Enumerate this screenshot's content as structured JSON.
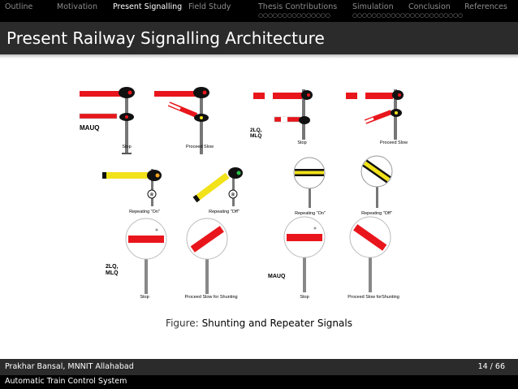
{
  "nav": {
    "items": [
      "Outline",
      "Motivation",
      "Present Signalling",
      "Field Study",
      "Thesis Contributions",
      "Simulation",
      "Conclusion",
      "References"
    ],
    "active_index": 2,
    "dots_contributions": "○○○○○○○○○○○○○○○",
    "dots_simulation": "○○○○○○○○○○○○○○○○○○○○○○○"
  },
  "slide": {
    "title": "Present Railway Signalling Architecture"
  },
  "figure": {
    "labels": {
      "stop": "Stop",
      "proceed_slow": "Proceed Slow",
      "repeating_on": "Repeating \"On\"",
      "repeating_off": "Repeating \"Off\"",
      "proceed_shunting": "Proceed Slow for Shunting",
      "proceed_shunting2": "Proceed Slow forShunting",
      "mauq": "MAUQ",
      "lq1": "2LQ,",
      "lq2": "MLQ",
      "r": "R"
    }
  },
  "caption": {
    "label": "Figure:",
    "text": "Shunting and Repeater Signals"
  },
  "footer": {
    "author": "Prakhar Bansal, MNNIT Allahabad",
    "page": "14 / 66",
    "course": "Automatic Train Control System"
  },
  "colors": {
    "signal_red": "#e8161c",
    "signal_yellow": "#f2e21a",
    "nav_bg": "#000000",
    "title_bg": "#2b2b2b"
  }
}
